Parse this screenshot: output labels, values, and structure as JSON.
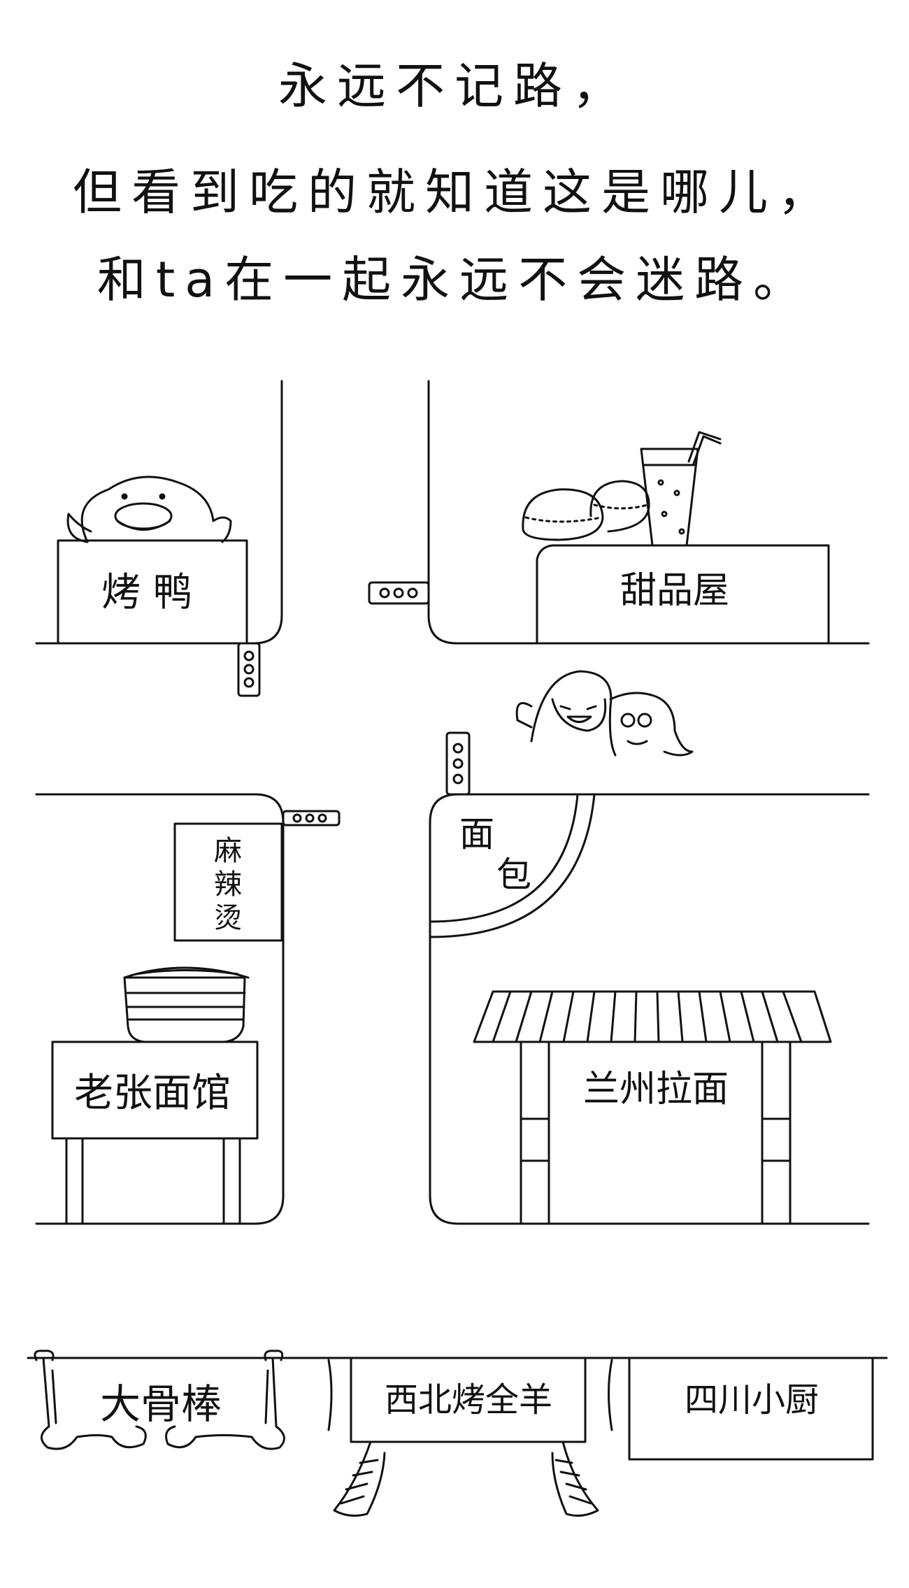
{
  "caption": {
    "line1": "永远不记路，",
    "line2": "但看到吃的就知道这是哪儿，",
    "line3": "和ta在一起永远不会迷路。"
  },
  "shops": {
    "roast_duck": "烤 鸭",
    "dessert_house": "甜品屋",
    "malatang": [
      "麻",
      "辣",
      "烫"
    ],
    "laozhang_noodles": "老张面馆",
    "bread": [
      "面",
      "包"
    ],
    "lanzhou_lamian": "兰州拉面",
    "big_bone": "大骨棒",
    "roast_lamb": "西北烤全羊",
    "sichuan_kitchen": "四川小厨"
  }
}
